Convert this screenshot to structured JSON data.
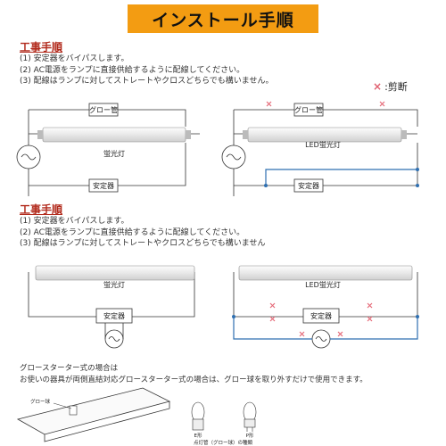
{
  "title": "インストール手順",
  "section1": {
    "heading": "工事手順",
    "steps": [
      "(1) 安定器をバイパスします。",
      "(2) AC電源をランプに直接供給するように配線してください。",
      "(3) 配線はランプに対してストレートやクロスどちらでも構いません。"
    ]
  },
  "cut_legend": {
    "mark": "×",
    "label": ":剪断"
  },
  "section2": {
    "heading": "工事手順",
    "steps": [
      "(1) 安定器をバイパスします。",
      "(2) AC電源をランプに直接供給するように配線してください。",
      "(3) 配線はランプに対してストレートやクロスどちらでも構いません"
    ]
  },
  "labels": {
    "glow_tube": "グロー管",
    "fluorescent": "蛍光灯",
    "led_fluorescent": "LED蛍光灯",
    "ballast": "安定器"
  },
  "glow_note": {
    "line1": "グロースターター式の場合は",
    "line2": "お使いの器具が両側直結対応グロースターター式の場合は、グロー球を取り外すだけで使用できます。",
    "glow_bulb": "グロー球",
    "e_type": "E形",
    "p_type": "P形",
    "caption": "点灯管（グロー球）の種類"
  },
  "colors": {
    "accent": "#f39c12",
    "heading": "#b22a1c",
    "cut": "#e56a78",
    "wire_blue": "#2f6fb0"
  }
}
